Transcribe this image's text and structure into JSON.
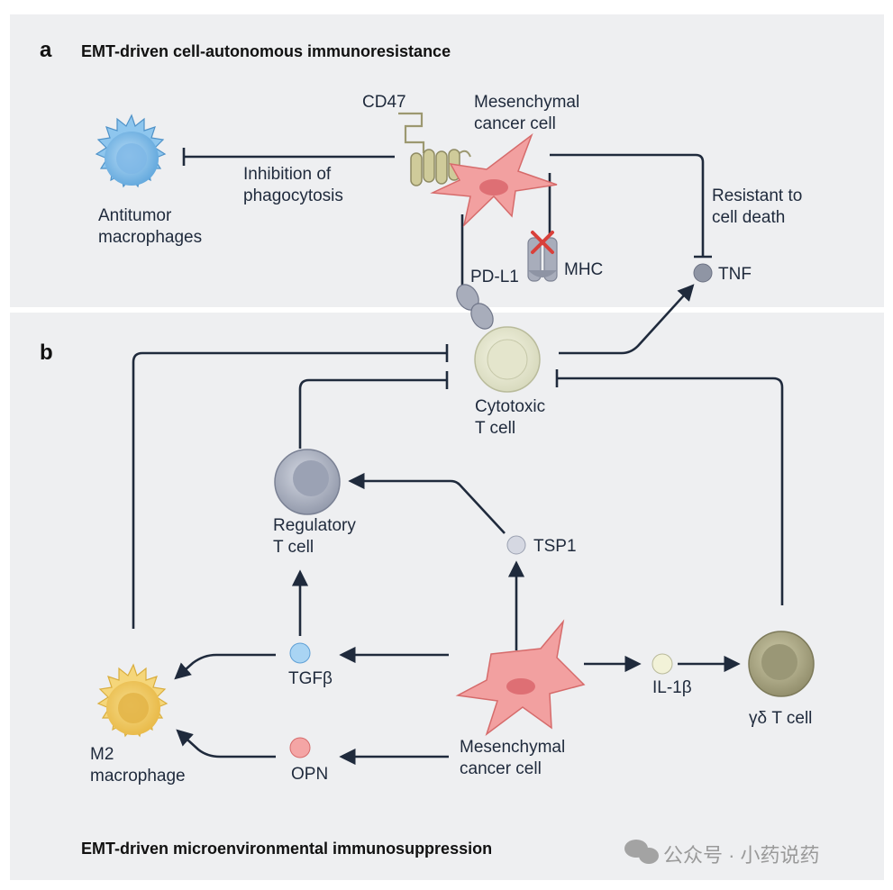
{
  "panel_a": {
    "letter": "a",
    "title": "EMT-driven cell-autonomous immunoresistance",
    "cd47": "CD47",
    "mesenchymal_cell": "Mesenchymal\ncancer cell",
    "inhibition": "Inhibition of\nphagocytosis",
    "macrophages": "Antitumor\nmacrophages",
    "resistant": "Resistant to\ncell death",
    "tnf": "TNF",
    "pdl1": "PD-L1",
    "mhc": "MHC"
  },
  "panel_b": {
    "letter": "b",
    "cytotoxic": "Cytotoxic\nT cell",
    "regulatory": "Regulatory\nT cell",
    "tsp1": "TSP1",
    "tgfb": "TGFβ",
    "opn": "OPN",
    "il1b": "IL-1β",
    "gd_t_cell": "γδ T cell",
    "m2": "M2\nmacrophage",
    "mesenchymal_cell": "Mesenchymal\ncancer cell",
    "footer": "EMT-driven microenvironmental immunosuppression"
  },
  "watermark": "公众号 · 小药说药",
  "colors": {
    "panel_bg": "#eeeff1",
    "line": "#1f2a3c",
    "cancer_cell": "#ef8f8f",
    "macrophage_blue": "#7fb8e6",
    "m2_yellow": "#f2cf6b",
    "t_cell": "#ecedd8",
    "treg": "#a3a9b8",
    "gd_t_cell": "#a9a685",
    "mhc_cross": "#d9403a"
  }
}
